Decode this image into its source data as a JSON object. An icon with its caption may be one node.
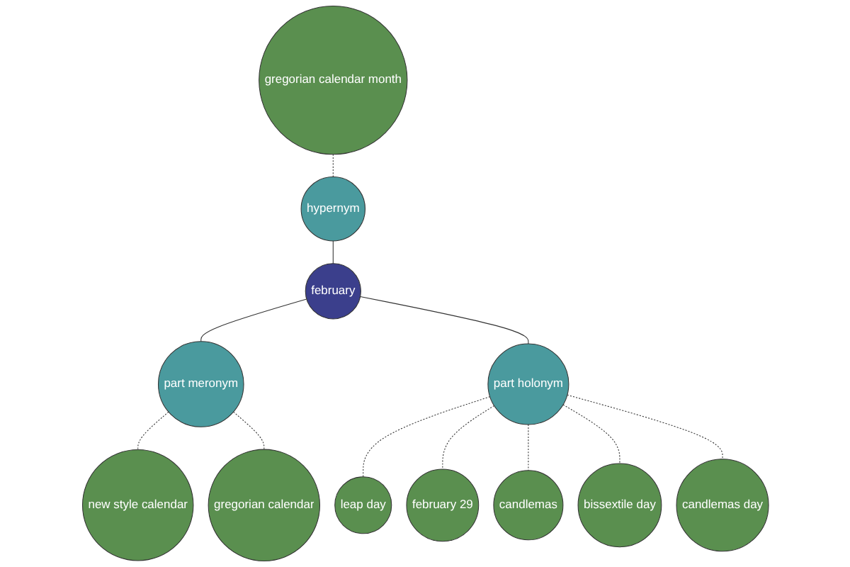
{
  "diagram": {
    "nodes": [
      {
        "text": [
          "gregorian calendar month"
        ]
      },
      {
        "text": [
          "hypernym"
        ]
      },
      {
        "text": [
          "february"
        ]
      },
      {
        "text": [
          "leap day"
        ]
      },
      {
        "text": [
          "part meronym"
        ]
      },
      {
        "text": [
          "part holonym"
        ]
      },
      {
        "text": [
          "february 29"
        ]
      },
      {
        "text": [
          "candlemas"
        ]
      },
      {
        "text": [
          "new style calendar"
        ]
      },
      {
        "text": [
          "candlemas day"
        ]
      },
      {
        "text": [
          "gregorian calendar"
        ]
      },
      {
        "text": [
          "bissextile day"
        ]
      }
    ],
    "edges": [
      {
        "from": 0,
        "to": 1,
        "arrow": "none",
        "style": "dashed"
      },
      {
        "from": 1,
        "to": 2,
        "arrow": "none"
      },
      {
        "from": 2,
        "to": 4,
        "arrow": "none"
      },
      {
        "from": 2,
        "to": 5,
        "arrow": "none"
      },
      {
        "from": 4,
        "to": 8,
        "arrow": "none",
        "style": "dashed"
      },
      {
        "from": 4,
        "to": 10,
        "arrow": "none",
        "style": "dashed"
      },
      {
        "from": 5,
        "to": 3,
        "arrow": "none",
        "style": "dashed"
      },
      {
        "from": 5,
        "to": 6,
        "arrow": "none",
        "style": "dashed"
      },
      {
        "from": 5,
        "to": 7,
        "arrow": "none",
        "style": "dashed"
      },
      {
        "from": 5,
        "to": 11,
        "arrow": "none",
        "style": "dashed"
      },
      {
        "from": 5,
        "to": 9,
        "arrow": "none",
        "style": "dashed"
      }
    ]
  }
}
